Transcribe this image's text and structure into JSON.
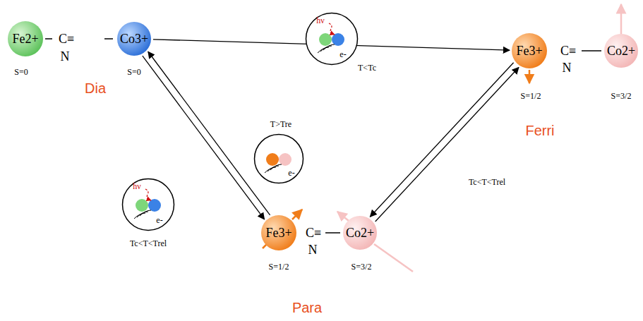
{
  "diagram": {
    "nodes": [
      {
        "text": [
          "Fe2+"
        ]
      },
      {
        "text": [
          "Co3+"
        ]
      },
      {
        "text": [
          "Fe3+"
        ]
      },
      {
        "text": [
          "Co2+"
        ]
      },
      {
        "text": [
          "Fe3+"
        ]
      },
      {
        "text": [
          "Co2+"
        ]
      },
      {
        "text": [
          "hν",
          "e-"
        ]
      },
      {
        "text": [
          "hν",
          "e-"
        ]
      },
      {
        "text": [
          "e-"
        ]
      }
    ],
    "edges": [
      {
        "from": 1,
        "to": 2,
        "arrow": "to"
      },
      {
        "from": 4,
        "to": 1,
        "arrow": "to"
      },
      {
        "from": 1,
        "to": 4,
        "arrow": "to"
      },
      {
        "from": 2,
        "to": 5,
        "arrow": "to"
      },
      {
        "from": 5,
        "to": 2,
        "arrow": "to"
      }
    ],
    "labels": [
      "C≡",
      "N",
      "S=0",
      "S=0",
      "Dia",
      "T<Tc",
      "C≡",
      "N",
      "S=1/2",
      "S=3/2",
      "Ferri",
      "Tc<T<Trel",
      "T>Tre",
      "Tc<T<Trel",
      "C≡",
      "N",
      "S=1/2",
      "S=3/2",
      "Para"
    ]
  }
}
